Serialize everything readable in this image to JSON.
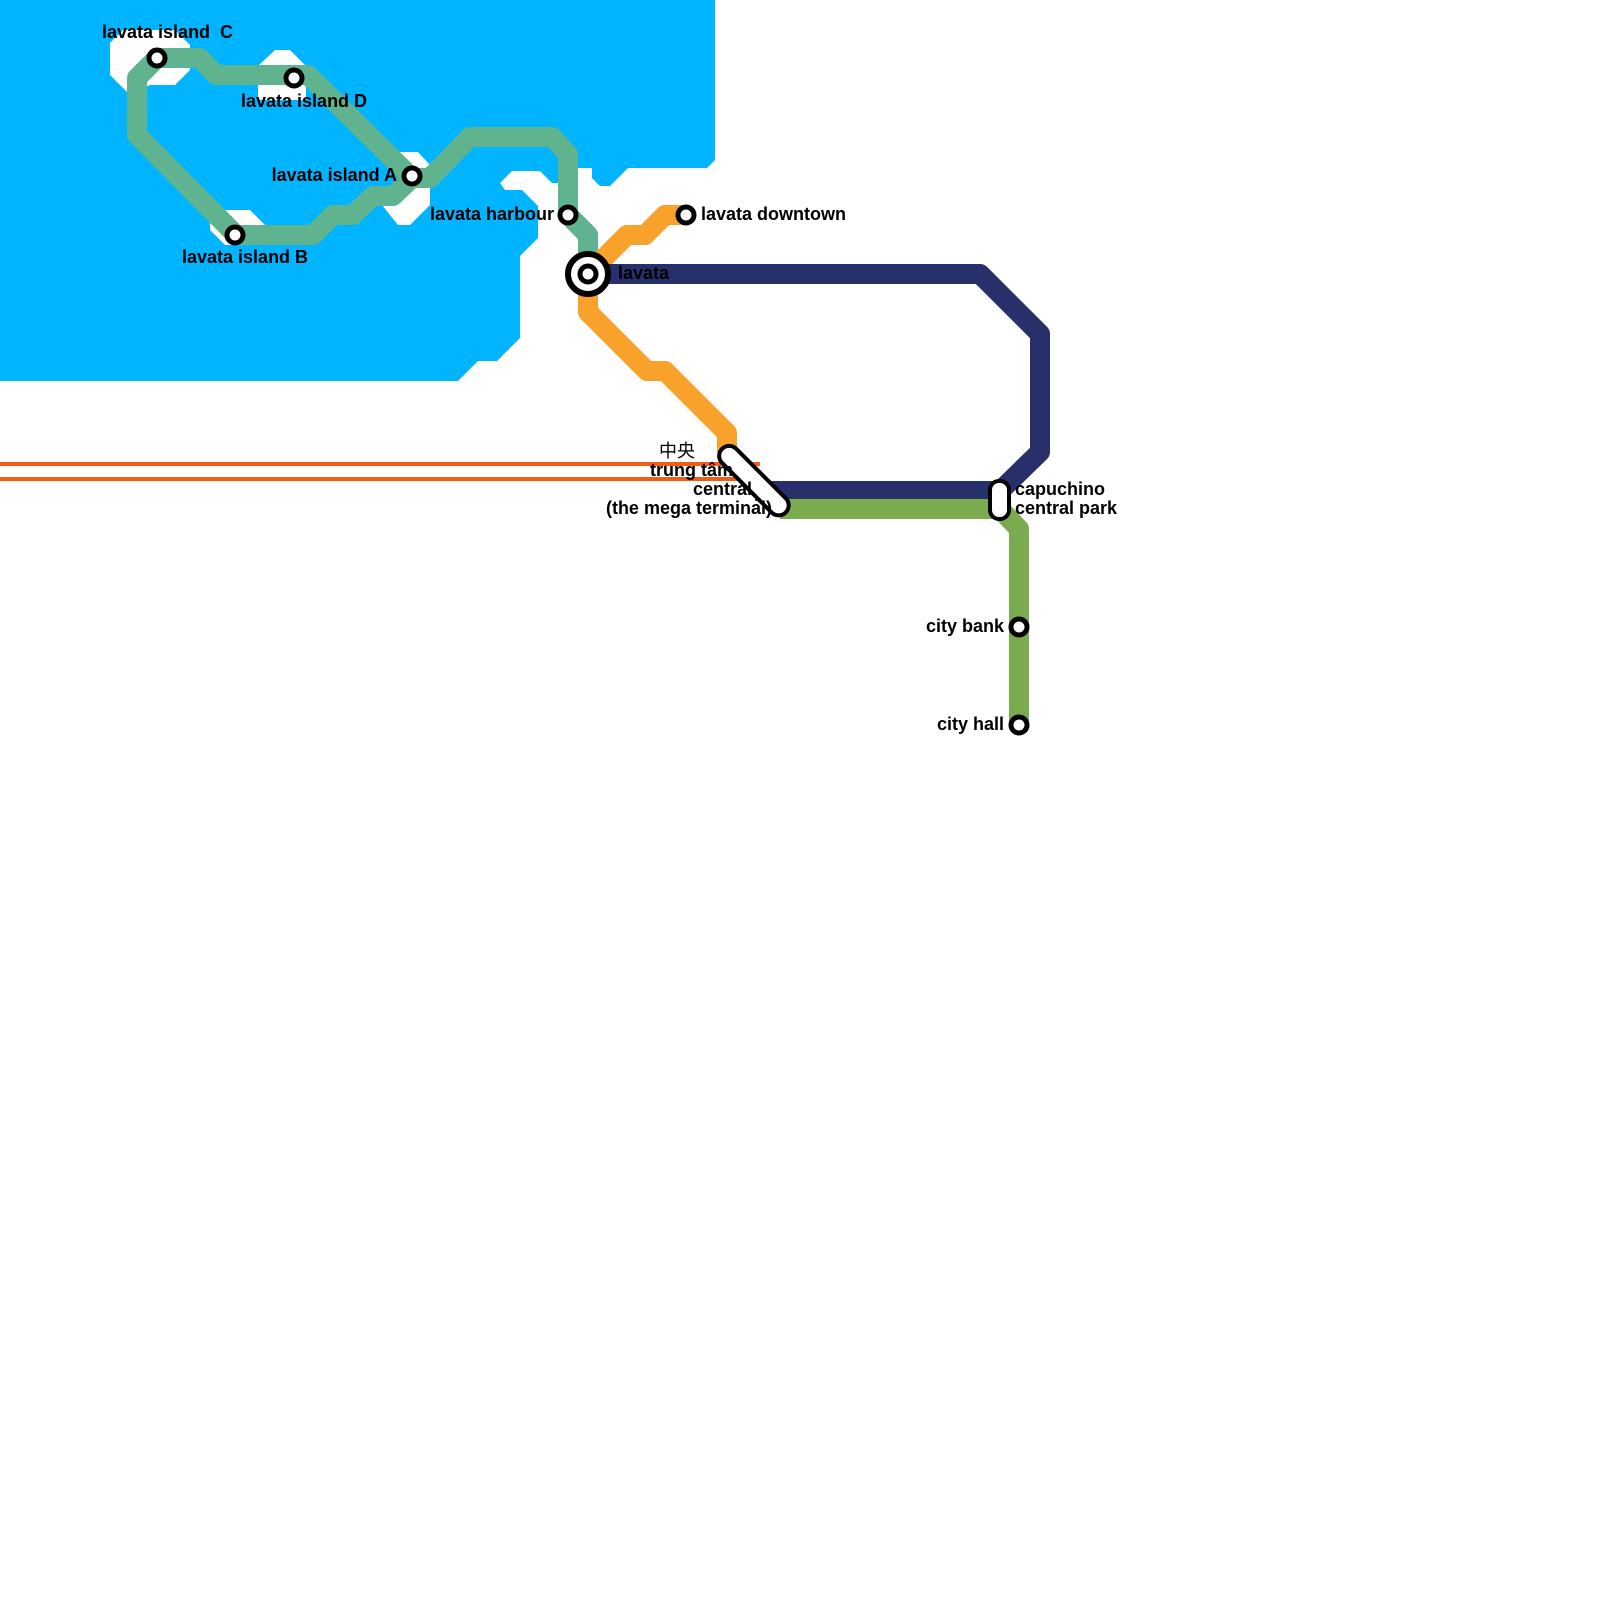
{
  "map": {
    "colors": {
      "water": "#00b4ff",
      "land": "#ffffff",
      "island_line": "#5fb48f",
      "orange_line": "#f9a22b",
      "navy_line": "#27306b",
      "green_line": "#7aab4f",
      "rail_line": "#f25c14",
      "station_stroke": "#000000",
      "station_fill": "#ffffff"
    },
    "lines": [
      {
        "id": "island-line",
        "color_key": "island_line"
      },
      {
        "id": "orange-line",
        "color_key": "orange_line"
      },
      {
        "id": "navy-line",
        "color_key": "navy_line"
      },
      {
        "id": "green-line",
        "color_key": "green_line"
      },
      {
        "id": "rail-line",
        "color_key": "rail_line"
      }
    ],
    "stations": {
      "island_c": "lavata island  C",
      "island_d": "lavata island D",
      "island_a": "lavata island A",
      "island_b": "lavata island B",
      "harbour": "lavata harbour",
      "downtown": "lavata downtown",
      "lavata": "lavata",
      "central_cjk": "中央",
      "central_vi": "trung tâm",
      "central_en": "central",
      "central_sub": "(the mega terminal)",
      "capuchino_1": "capuchino",
      "capuchino_2": "central park",
      "city_bank": "city bank",
      "city_hall": "city hall"
    }
  }
}
